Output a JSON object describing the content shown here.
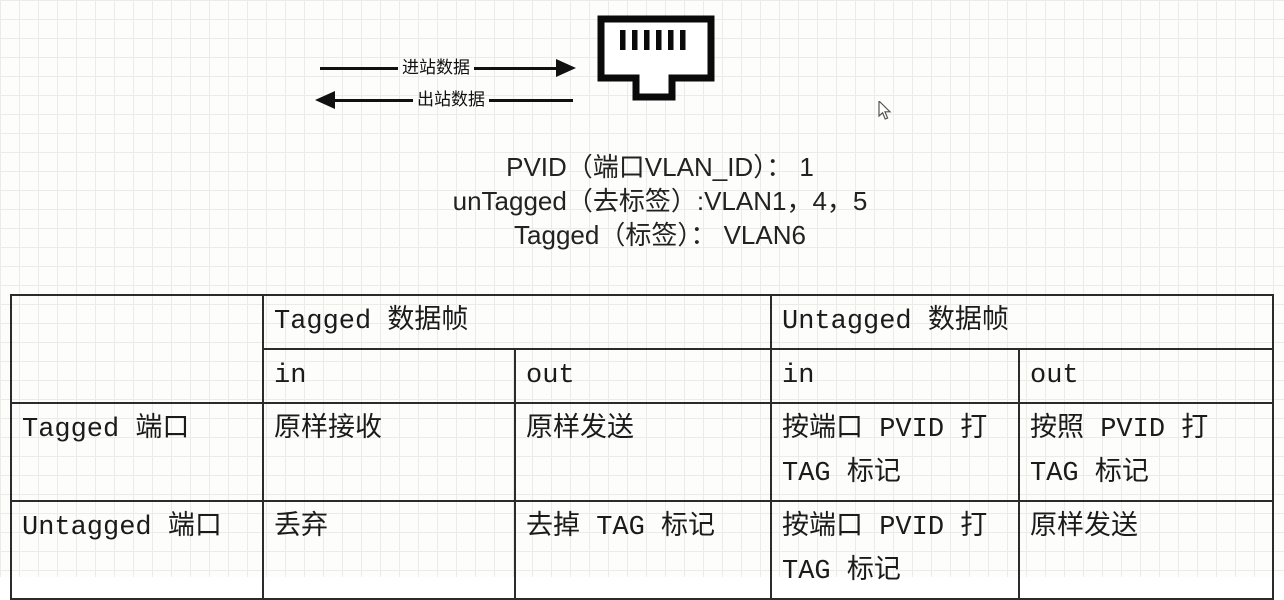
{
  "diagram": {
    "inbound_label": "进站数据",
    "outbound_label": "出站数据",
    "icons": {
      "port": "ethernet-port-icon",
      "cursor": "mouse-cursor-icon"
    },
    "lines": {
      "pvid": "PVID（端口VLAN_ID）： 1",
      "untagged": "unTagged（去标签）:VLAN1，4，5",
      "tagged": "Tagged（标签）： VLAN6"
    }
  },
  "table": {
    "col_groups": [
      "Tagged 数据帧",
      "Untagged 数据帧"
    ],
    "sub_headers": [
      "in",
      "out",
      "in",
      "out"
    ],
    "rows": [
      {
        "label": "Tagged 端口",
        "cells": [
          "原样接收",
          "原样发送",
          "按端口 PVID 打 TAG 标记",
          "按照 PVID 打 TAG 标记"
        ]
      },
      {
        "label": "Untagged 端口",
        "cells": [
          "丢弃",
          "去掉 TAG 标记",
          "按端口 PVID 打 TAG 标记",
          "原样发送"
        ]
      }
    ]
  }
}
